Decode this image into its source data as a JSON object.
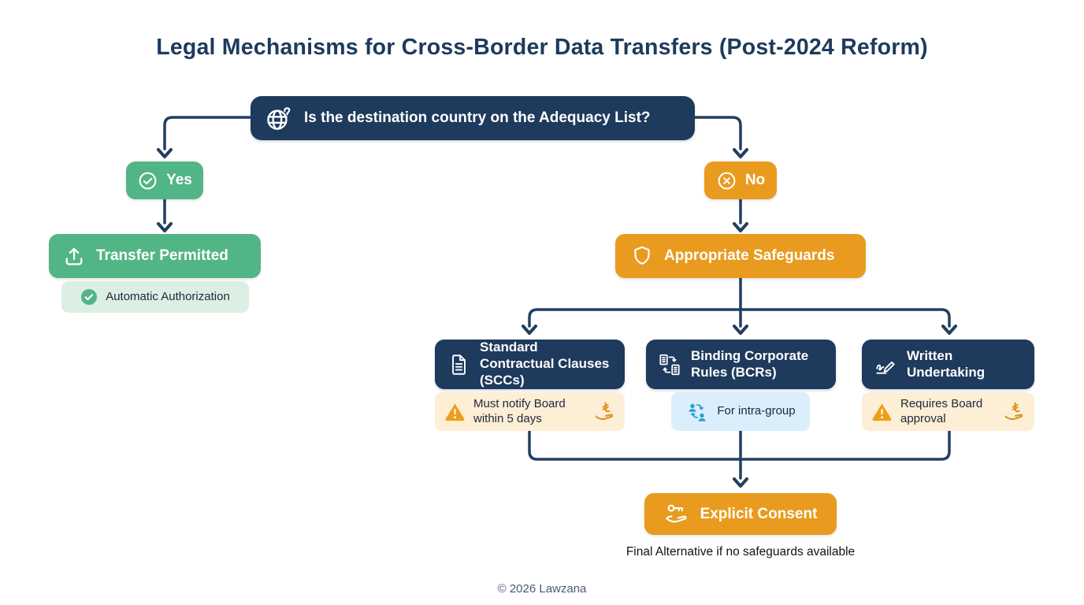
{
  "title": "Legal Mechanisms for Cross-Border Data Transfers (Post-2024 Reform)",
  "question": {
    "label": "Is the destination country on the Adequacy List?",
    "icon": "globe-question-icon"
  },
  "decisions": {
    "yes": "Yes",
    "no": "No"
  },
  "yes_path": {
    "outcome": "Transfer Permitted",
    "outcome_icon": "upload-icon",
    "note": "Automatic Authorization",
    "note_icon": "check-circle-icon"
  },
  "no_path": {
    "outcome": "Appropriate Safeguards",
    "outcome_icon": "shield-icon",
    "options": [
      {
        "label": "Standard Contractual Clauses (SCCs)",
        "icon": "document-icon",
        "note": "Must notify Board within 5 days",
        "note_type": "warning",
        "fee_icon": "hand-lira-icon"
      },
      {
        "label": "Binding Corporate Rules (BCRs)",
        "icon": "buildings-exchange-icon",
        "note": "For intra-group",
        "note_type": "info",
        "note_icon": "users-exchange-icon"
      },
      {
        "label": "Written Undertaking",
        "icon": "signature-icon",
        "note": "Requires Board approval",
        "note_type": "warning",
        "fee_icon": "hand-lira-icon"
      }
    ],
    "fallback": {
      "label": "Explicit Consent",
      "icon": "hand-key-icon",
      "caption": "Final Alternative if no safeguards available"
    }
  },
  "footer": "© 2026 Lawzana",
  "colors": {
    "navy": "#1e3a5c",
    "green": "#52b585",
    "green_light": "#dcefe4",
    "orange": "#e89b1e",
    "cream": "#fdeed6",
    "blue_light": "#dbeefb",
    "blue": "#2b9fd9",
    "warning": "#ee9d1d",
    "connector": "#223f61"
  }
}
